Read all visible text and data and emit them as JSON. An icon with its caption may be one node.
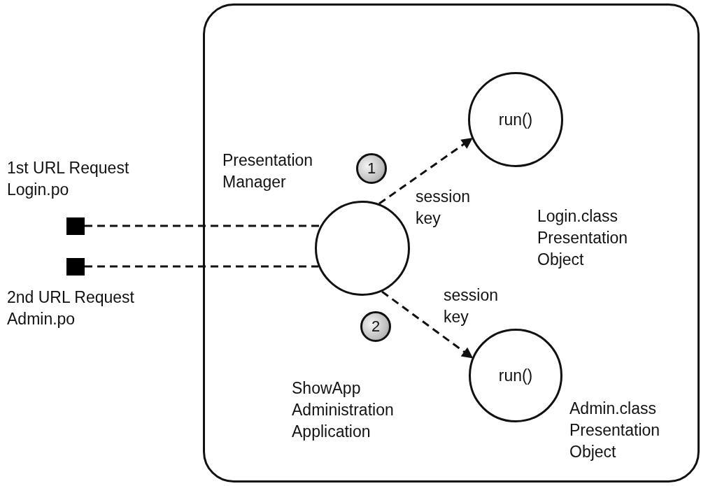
{
  "diagram": {
    "nodes": [
      {
        "text": [
          "ShowApp Administration Application"
        ]
      },
      {
        "text": [],
        "shape": "box",
        "beside": [
          "1st URL Request Login.po"
        ]
      },
      {
        "text": [],
        "shape": "box",
        "beside": [
          "2nd URL Request Admin.po"
        ]
      },
      {
        "text": [],
        "shape": "circle",
        "in": 0,
        "beside": [
          "Presentation Manager"
        ]
      },
      {
        "text": [
          "1"
        ],
        "in": 0
      },
      {
        "text": [
          "run()"
        ],
        "in": 0,
        "beside": [
          "Login.class Presentation Object"
        ]
      },
      {
        "text": [
          "2"
        ],
        "in": 0
      },
      {
        "text": [
          "run()"
        ],
        "in": 0,
        "beside": [
          "Admin.class Presentation Object"
        ]
      }
    ],
    "edges": [
      {
        "from": 1,
        "to": 3,
        "arrow": "none",
        "style": "dashed"
      },
      {
        "from": 3,
        "to": 5,
        "arrow": "to",
        "style": "dashed",
        "label": "session key"
      },
      {
        "from": 2,
        "to": 3,
        "arrow": "none",
        "style": "dashed"
      },
      {
        "from": 3,
        "to": 7,
        "arrow": "to",
        "style": "dashed",
        "label": "session key"
      }
    ]
  }
}
